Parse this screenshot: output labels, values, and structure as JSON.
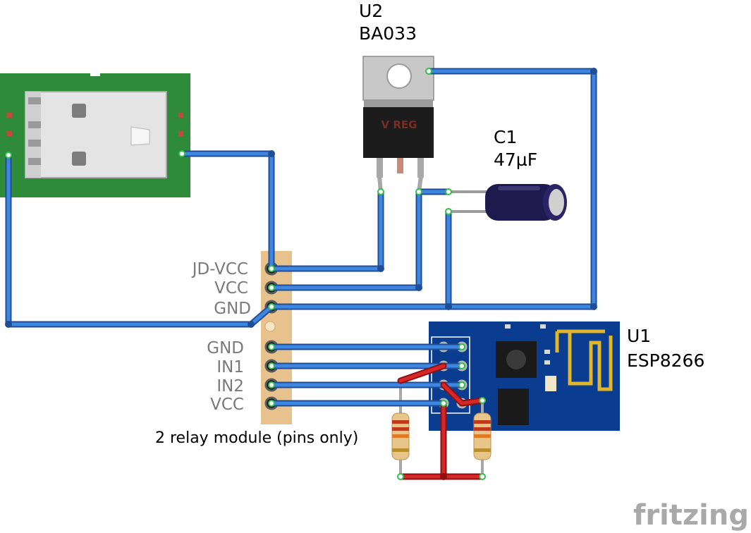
{
  "components": {
    "regulator": {
      "ref": "U2",
      "value": "BA033",
      "marking": "V REG"
    },
    "capacitor": {
      "ref": "C1",
      "value": "47µF"
    },
    "esp": {
      "ref": "U1",
      "value": "ESP8266"
    },
    "relay": {
      "caption": "2 relay module (pins only)",
      "pins": [
        "JD-VCC",
        "VCC",
        "GND",
        "GND",
        "IN1",
        "IN2",
        "VCC"
      ]
    }
  },
  "branding": {
    "logo": "fritzing"
  },
  "colors": {
    "wire_blue": "#2f6fc8",
    "wire_blue_dark": "#1f4e97",
    "wire_red": "#cc1f1f",
    "pcb_green": "#2e8b3a",
    "esp_blue": "#0a3d8f",
    "header_tan": "#e7c28d"
  }
}
